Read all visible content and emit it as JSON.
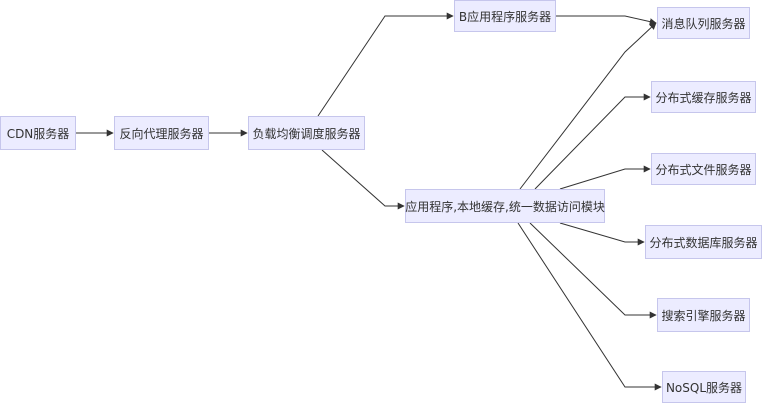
{
  "nodes": {
    "cdn": "CDN服务器",
    "reverse_proxy": "反向代理服务器",
    "load_balancer": "负载均衡调度服务器",
    "app_b": "B应用程序服务器",
    "app_main": "应用程序,本地缓存,统一数据访问模块",
    "mq": "消息队列服务器",
    "dist_cache": "分布式缓存服务器",
    "dist_file": "分布式文件服务器",
    "dist_db": "分布式数据库服务器",
    "search": "搜索引擎服务器",
    "nosql": "NoSQL服务器"
  },
  "edges": [
    [
      "cdn",
      "reverse_proxy"
    ],
    [
      "reverse_proxy",
      "load_balancer"
    ],
    [
      "load_balancer",
      "app_b"
    ],
    [
      "load_balancer",
      "app_main"
    ],
    [
      "app_b",
      "mq"
    ],
    [
      "app_main",
      "mq"
    ],
    [
      "app_main",
      "dist_cache"
    ],
    [
      "app_main",
      "dist_file"
    ],
    [
      "app_main",
      "dist_db"
    ],
    [
      "app_main",
      "search"
    ],
    [
      "app_main",
      "nosql"
    ]
  ],
  "colors": {
    "node_fill": "#ececff",
    "node_border": "#c6c6ec",
    "edge": "#333333",
    "text": "#333333"
  }
}
